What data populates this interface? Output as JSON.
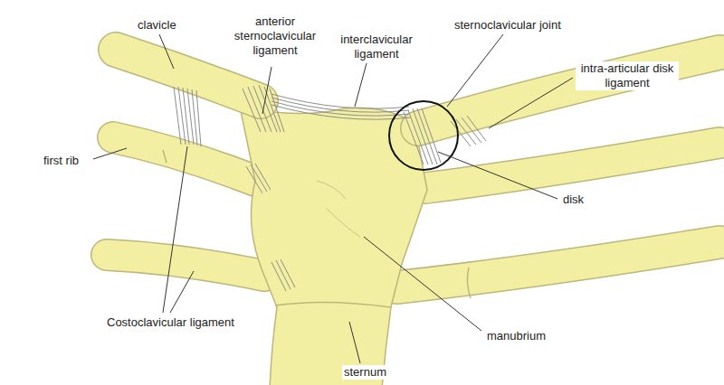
{
  "diagram": {
    "labels": [
      "clavicle",
      "anterior sternoclavicular ligament",
      "interclavicular ligament",
      "sternoclavicular joint",
      "intra-articular disk ligament",
      "first rib",
      "disk",
      "Costoclavicular ligament",
      "manubrium",
      "sternum"
    ]
  }
}
